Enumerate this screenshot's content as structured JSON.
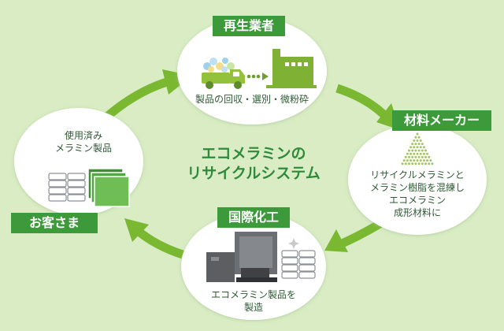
{
  "center_title": {
    "line1": "エコメラミンの",
    "line2": "リサイクルシステム"
  },
  "nodes": {
    "recycler": {
      "label": "再生業者",
      "caption": "製品の回収・選別・微粉砕"
    },
    "material_maker": {
      "label": "材料メーカー",
      "caption_lines": [
        "リサイクルメラミンと",
        "メラミン樹脂を混練し",
        "エコメラミン",
        "成形材料に"
      ]
    },
    "kokusai_kako": {
      "label": "国際化工",
      "caption_lines": [
        "エコメラミン製品を",
        "製造"
      ]
    },
    "customer": {
      "label": "お客さま",
      "caption_lines": [
        "使用済み",
        "メラミン製品"
      ]
    }
  },
  "colors": {
    "background": "#d9ecc4",
    "label_green": "#3d9a3a",
    "arrow_green": "#7ab832",
    "title_green": "#2f8a3c",
    "circle_white": "#ffffff"
  },
  "icons": {
    "recycler": "truck-to-factory-icon",
    "material_maker": "pellet-pile-icon",
    "kokusai_kako": "molding-machine-icon",
    "customer": "used-tableware-icon"
  }
}
